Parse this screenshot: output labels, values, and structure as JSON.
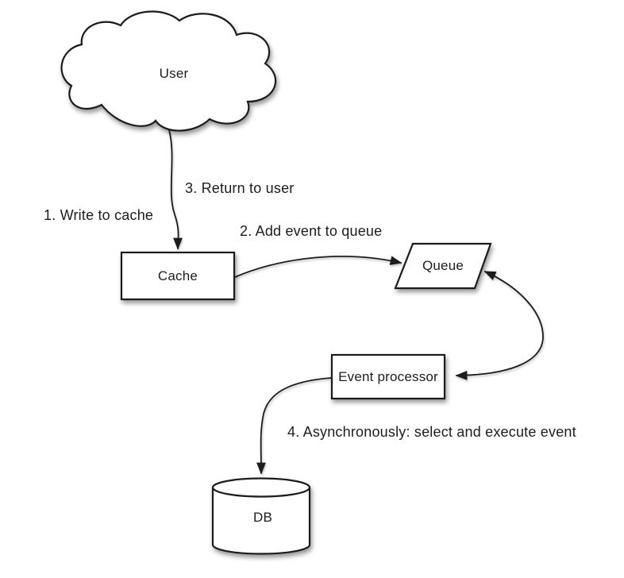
{
  "colors": {
    "background": "#ffffff",
    "stroke": "#1c1c1c",
    "text": "#1d1d1d",
    "shape_fill": "#ffffff"
  },
  "nodes": {
    "user": {
      "label": "User",
      "shape": "cloud"
    },
    "cache": {
      "label": "Cache",
      "shape": "rectangle"
    },
    "queue": {
      "label": "Queue",
      "shape": "parallelogram"
    },
    "event_processor": {
      "label": "Event processor",
      "shape": "rectangle"
    },
    "db": {
      "label": "DB",
      "shape": "cylinder"
    }
  },
  "edge_labels": {
    "step1": "1. Write to cache",
    "step2": "2. Add event to queue",
    "step3": "3. Return to user",
    "step4": "4. Asynchronously: select and execute event"
  },
  "edges": [
    {
      "from": "user",
      "to": "cache",
      "arrow": "single",
      "steps": [
        "1. Write to cache",
        "3. Return to user"
      ]
    },
    {
      "from": "cache",
      "to": "queue",
      "arrow": "single",
      "steps": [
        "2. Add event to queue"
      ]
    },
    {
      "from": "queue",
      "to": "event_processor",
      "arrow": "double",
      "steps": []
    },
    {
      "from": "event_processor",
      "to": "db",
      "arrow": "single",
      "steps": [
        "4. Asynchronously: select and execute event"
      ]
    }
  ]
}
